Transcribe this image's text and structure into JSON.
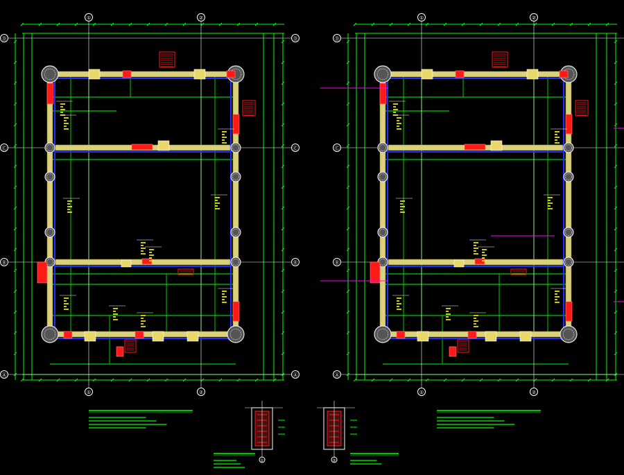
{
  "colors": {
    "background": "#000000",
    "grid": "#ffffff",
    "dimension": "#00ff00",
    "wall_fill": "#d9d27a",
    "beam_blue": "#1f2fff",
    "red": "#ff1a1a",
    "yellow": "#ffff00",
    "magenta": "#ff00ff",
    "column": "#e6e6e6"
  },
  "icons": {
    "grid_bubble": "circle-bubble-icon",
    "column": "round-column-icon"
  },
  "plans": [
    {
      "id": "left",
      "grid_labels": {
        "top": [
          "①",
          "②"
        ],
        "bottom": [
          "①",
          "②"
        ],
        "left": [
          "Ⓓ",
          "Ⓒ",
          "Ⓑ",
          "Ⓐ"
        ],
        "right": [
          "Ⓓ",
          "Ⓒ",
          "Ⓑ",
          "Ⓐ"
        ]
      }
    },
    {
      "id": "right",
      "grid_labels": {
        "top": [
          "①",
          "②"
        ],
        "bottom": [
          "①",
          "②"
        ],
        "left": [
          "Ⓓ",
          "Ⓒ",
          "Ⓑ",
          "Ⓐ"
        ],
        "right": [
          "Ⓓ",
          "Ⓒ",
          "Ⓑ",
          "Ⓐ"
        ]
      }
    }
  ],
  "bottom_markers": [
    "①",
    "②"
  ]
}
